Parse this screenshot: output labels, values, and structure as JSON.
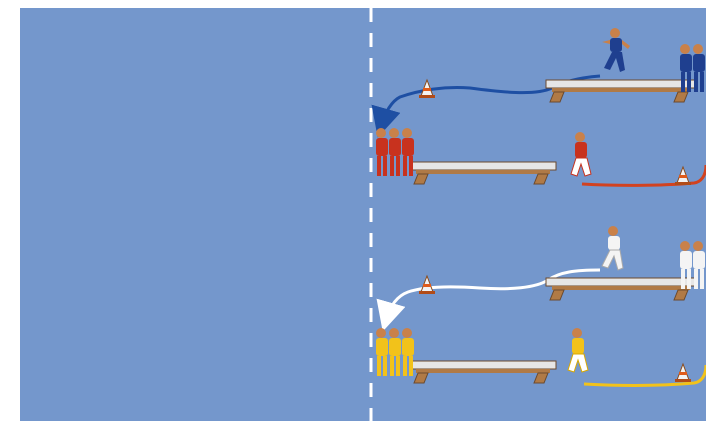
{
  "diagram": {
    "type": "sports-drill-illustration",
    "pitch_color": "#7497cc",
    "background_color": "#ffffff",
    "midline_color": "#ffffff",
    "lanes": [
      {
        "id": "lane-1",
        "team_color": "#1f3f8f",
        "short_color": "#1f3f8f",
        "path_color": "#1e4fa3",
        "incoming_team_color": "#c8321e",
        "incoming_short_color": "#ffffff",
        "incoming_path_color": "#d2421f",
        "cones": 2,
        "benches": 2
      },
      {
        "id": "lane-2",
        "team_color": "#f4f4f4",
        "short_color": "#f4f4f4",
        "path_color": "#ffffff",
        "incoming_team_color": "#f2c21a",
        "incoming_short_color": "#ffffff",
        "incoming_path_color": "#f2c21a",
        "cones": 2,
        "benches": 2
      }
    ],
    "icons": [
      "cone-icon",
      "bench-icon",
      "player-icon",
      "arrow-icon"
    ]
  }
}
